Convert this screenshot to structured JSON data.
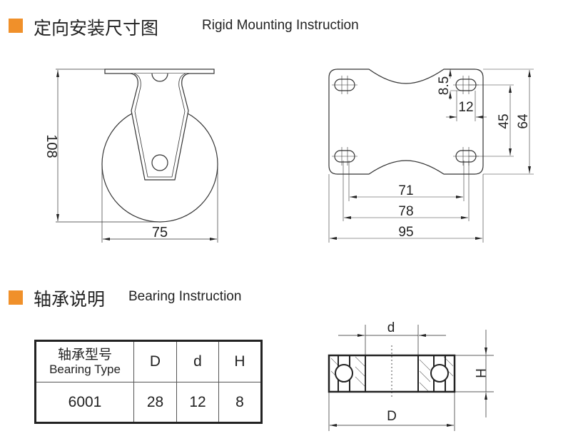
{
  "section1": {
    "title_cn": "定向安装尺寸图",
    "title_en": "Rigid Mounting Instruction"
  },
  "section2": {
    "title_cn": "轴承说明",
    "title_en": "Bearing Instruction"
  },
  "side_view": {
    "height_dim": "108",
    "width_dim": "75"
  },
  "plate_view": {
    "dims": {
      "hole_spacing_inner": "71",
      "hole_spacing_outer": "78",
      "plate_width": "95",
      "slot_height": "8.5",
      "slot_length": "12",
      "hole_spacing_vertical": "45",
      "plate_height": "64"
    }
  },
  "bearing_view": {
    "labels": {
      "inner": "d",
      "outer": "D",
      "height": "H"
    }
  },
  "bearing_table": {
    "headers": {
      "type_cn": "轴承型号",
      "type_en": "Bearing Type",
      "D": "D",
      "d": "d",
      "H": "H"
    },
    "rows": [
      {
        "type": "6001",
        "D": "28",
        "d": "12",
        "H": "8"
      }
    ]
  },
  "colors": {
    "accent": "#f0902a"
  }
}
